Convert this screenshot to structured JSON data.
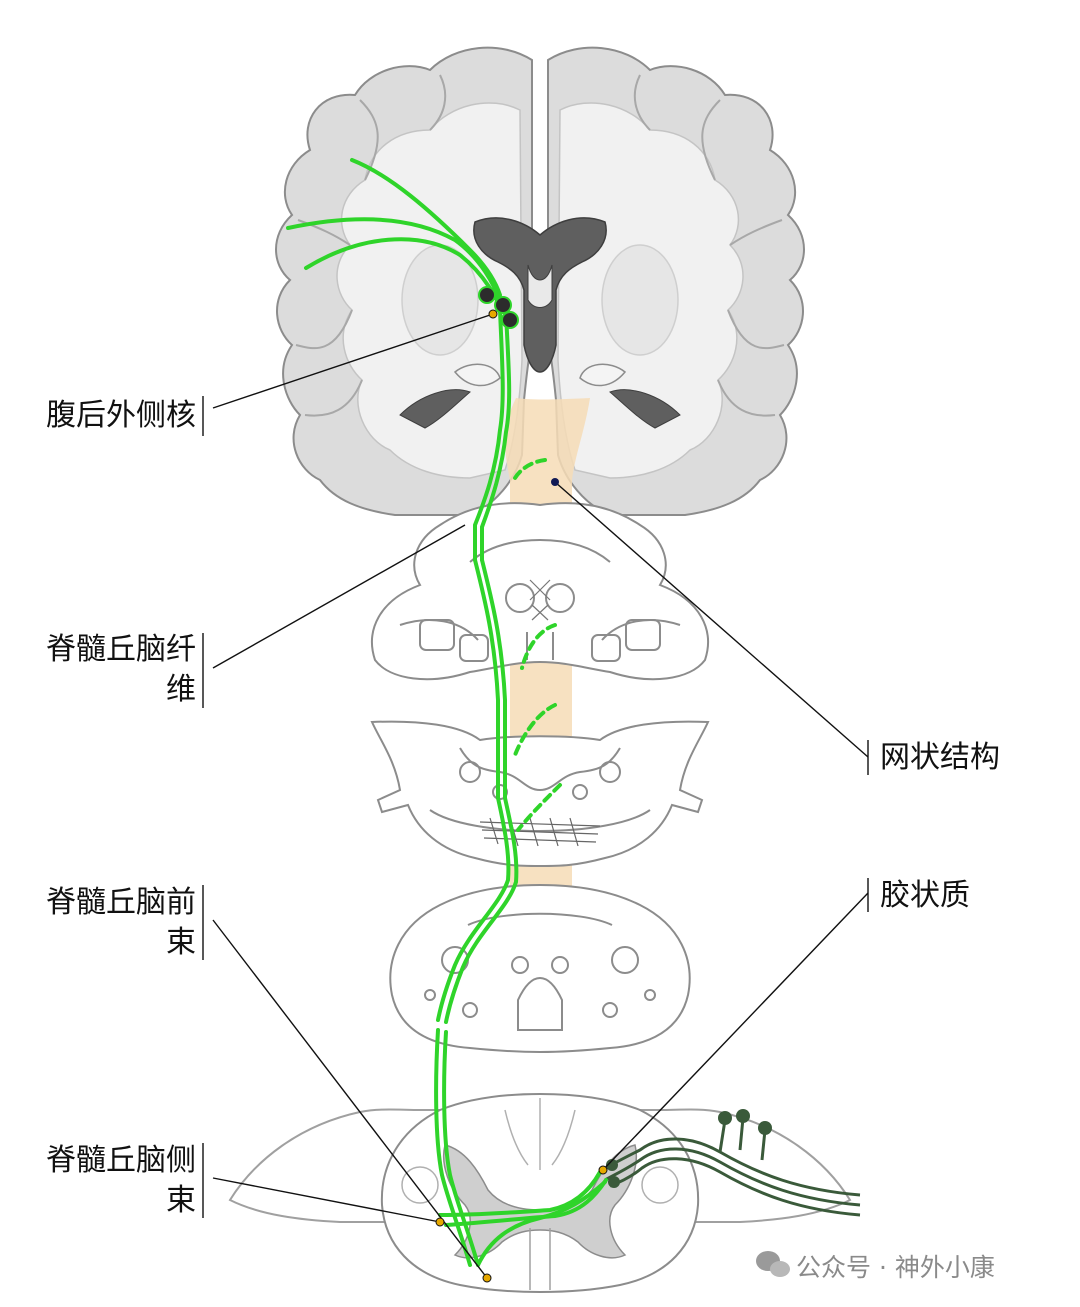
{
  "labels": {
    "vpl_nucleus": "腹后外侧核",
    "spinothalamic_fibers_line1": "脊髓丘脑纤",
    "spinothalamic_fibers_line2": "维",
    "reticular_formation": "网状结构",
    "anterior_tract_line1": "脊髓丘脑前",
    "anterior_tract_line2": "束",
    "substantia_gelatinosa": "胶状质",
    "lateral_tract_line1": "脊髓丘脑侧",
    "lateral_tract_line2": "束"
  },
  "watermark": {
    "text": "公众号 · 神外小康",
    "icon": "wechat-icon"
  },
  "colors": {
    "pathway": "#2fd42a",
    "pathway_dark": "#3a5a3a",
    "reticular": "#f6dcb6",
    "brain_gray": "#dcdcdc",
    "ventricle": "#5f5f5f",
    "outline": "#8c8c8c",
    "leader": "#111111"
  }
}
